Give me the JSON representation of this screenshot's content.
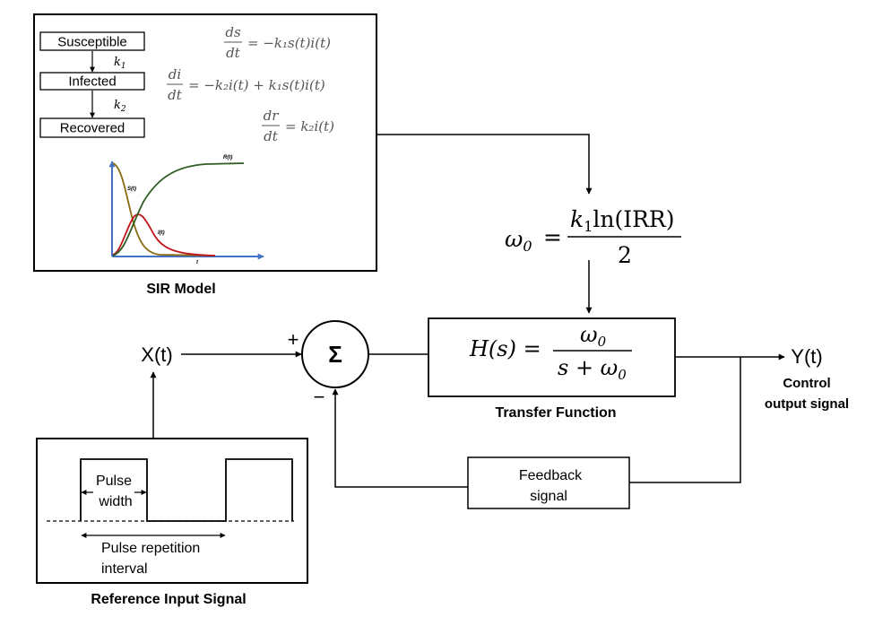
{
  "sir_model": {
    "caption": "SIR Model",
    "compartments": [
      "Susceptible",
      "Infected",
      "Recovered"
    ],
    "rates": [
      "k",
      "1",
      "k",
      "2"
    ],
    "equations": [
      {
        "lhs_num": "ds",
        "lhs_den": "dt",
        "rhs": "= −k₁s(t)i(t)"
      },
      {
        "lhs_num": "di",
        "lhs_den": "dt",
        "rhs": "= −k₂i(t) + k₁s(t)i(t)"
      },
      {
        "lhs_num": "dr",
        "lhs_den": "dt",
        "rhs": "= k₂i(t)"
      }
    ],
    "plot_labels": {
      "s": "S(t)",
      "i": "I(t)",
      "r": "R(t)",
      "t": "t"
    },
    "colors": {
      "s": "#8a6b12",
      "i": "#c0161a",
      "r": "#2e5e22",
      "axis": "#4472c4"
    }
  },
  "omega_formula": {
    "lhs": "ω",
    "lhs_sub": "0",
    "eq": "=",
    "num_k": "k",
    "num_k_sub": "1",
    "num_rest": "ln(IRR)",
    "den": "2"
  },
  "summing_junction": {
    "symbol": "Σ",
    "plus": "+",
    "minus": "−"
  },
  "transfer_function": {
    "lhs": "H(s) =",
    "num": "ω",
    "num_sub": "0",
    "den": "s + ω",
    "den_sub": "0",
    "caption": "Transfer Function"
  },
  "input_label": "X(t)",
  "output": {
    "label": "Y(t)",
    "caption_line1": "Control",
    "caption_line2": "output signal"
  },
  "feedback": {
    "line1": "Feedback",
    "line2": "signal"
  },
  "reference": {
    "caption": "Reference Input Signal",
    "pulse_width_line1": "Pulse",
    "pulse_width_line2": "width",
    "pri_line1": "Pulse repetition",
    "pri_line2": "interval"
  }
}
